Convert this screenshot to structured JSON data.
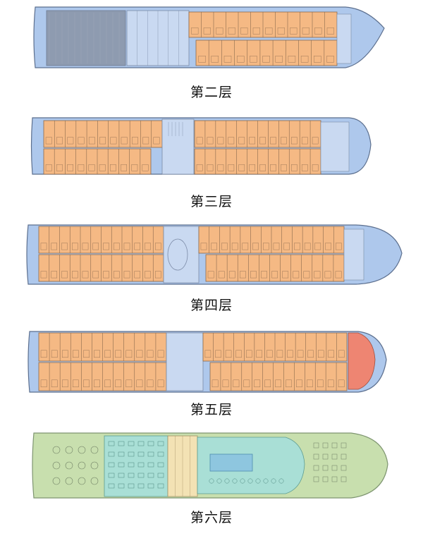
{
  "decks": [
    {
      "id": "deck-2",
      "caption": "第二层"
    },
    {
      "id": "deck-3",
      "caption": "第三层"
    },
    {
      "id": "deck-4",
      "caption": "第四层"
    },
    {
      "id": "deck-5",
      "caption": "第五层"
    },
    {
      "id": "deck-6",
      "caption": "第六层"
    }
  ],
  "colors": {
    "hull": "#aec8ec",
    "hull_stroke": "#5c6f8e",
    "cabin": "#f5b984",
    "cabin_stroke": "#8a6a4e",
    "service": "#c9d9f1",
    "garage": "#8e9bb0",
    "suite": "#ee8572",
    "sundeck": "#c8dfae",
    "sundeck_stroke": "#7e9570",
    "lounge": "#a9dfd6",
    "pool": "#8ec6df",
    "core": "#f3e2b4"
  }
}
